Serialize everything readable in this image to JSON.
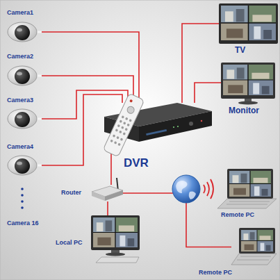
{
  "diagram": {
    "nodes": [
      {
        "text": [
          "Camera1"
        ]
      },
      {
        "text": [
          "Camera2"
        ]
      },
      {
        "text": [
          "Camera3"
        ]
      },
      {
        "text": [
          "Camera4"
        ]
      },
      {
        "text": [
          "TV"
        ]
      },
      {
        "text": [
          "Monitor"
        ]
      },
      {
        "text": [
          "DVR"
        ]
      },
      {
        "text": [
          "Router"
        ]
      },
      {
        "text": [
          "Local PC"
        ]
      },
      {
        "text": [
          "Remote PC"
        ]
      },
      {
        "text": [
          "Remote PC"
        ]
      }
    ],
    "edges": [
      {
        "from": 0,
        "to": 6,
        "arrow": "none"
      },
      {
        "from": 1,
        "to": 6,
        "arrow": "none"
      },
      {
        "from": 2,
        "to": 6,
        "arrow": "none"
      },
      {
        "from": 3,
        "to": 6,
        "arrow": "none"
      },
      {
        "from": 6,
        "to": 4,
        "arrow": "none"
      },
      {
        "from": 6,
        "to": 5,
        "arrow": "none"
      },
      {
        "from": 6,
        "to": 7,
        "arrow": "none"
      },
      {
        "from": 7,
        "to": 8,
        "arrow": "none"
      },
      {
        "from": 7,
        "to": 10,
        "arrow": "none"
      }
    ],
    "labels": [
      "Camera 16"
    ]
  }
}
